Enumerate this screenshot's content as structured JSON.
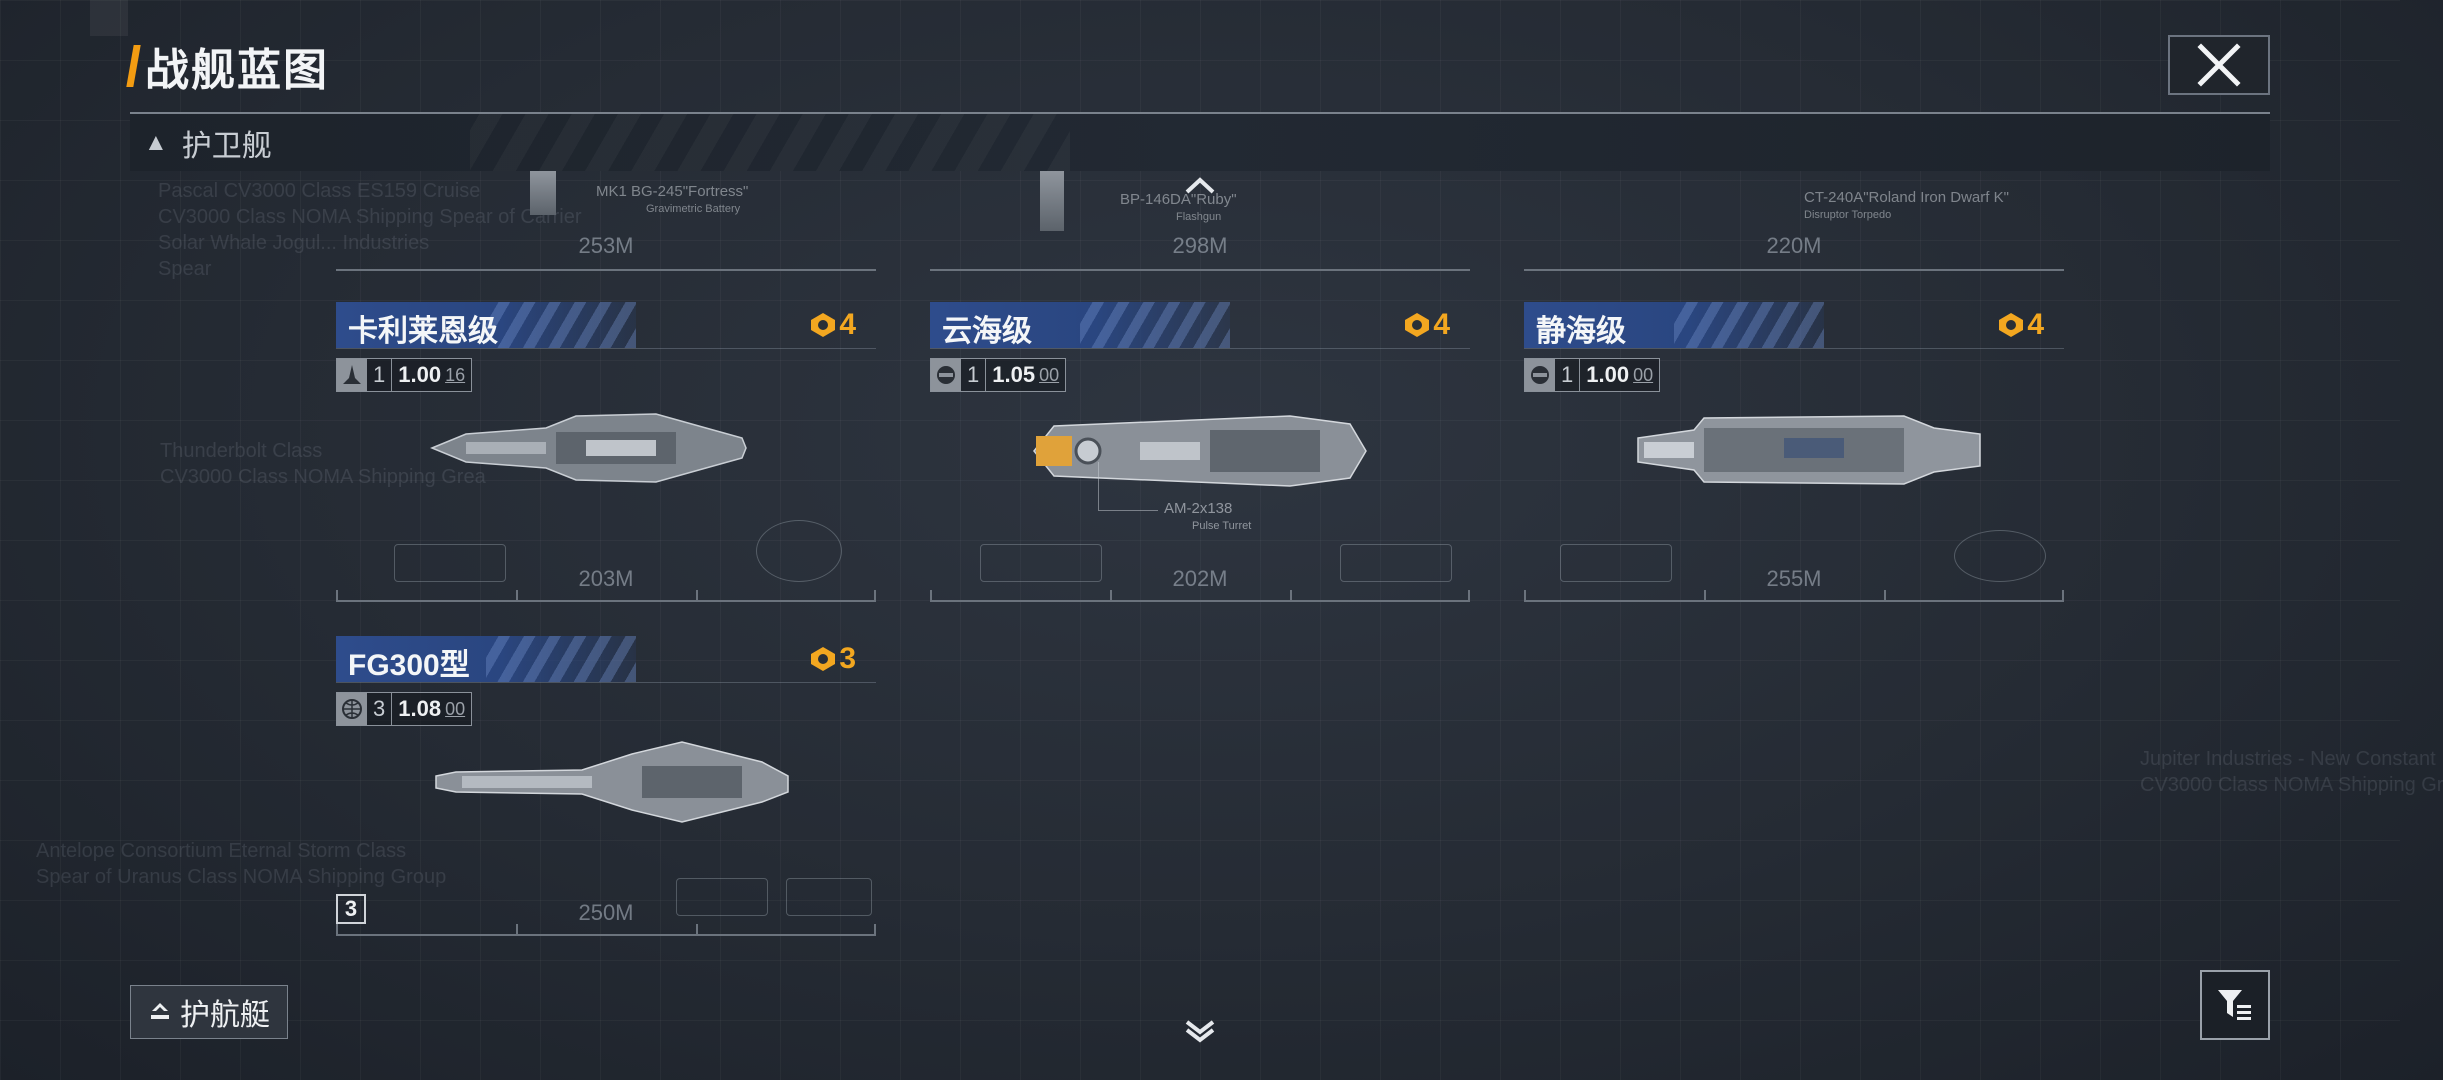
{
  "header": {
    "title": "战舰蓝图",
    "close_icon": "close-icon"
  },
  "category": {
    "label": "护卫舰",
    "expanded_icon": "triangle-up-icon"
  },
  "background_text": [
    "Pascal CV3000 Class ES159 Cruise\nCV3000 Class NOMA Shipping Spear of Carrier\nSolar Whale Jogul... Industries\nSpear",
    "Thunderbolt Class\nCV3000 Class NOMA Shipping Grea",
    "Antelope Consortium Eternal Storm Class\nSpear of Uranus Class NOMA Shipping Group",
    "Jupiter Industries - New Constant\nCV3000 Class NOMA Shipping Gr"
  ],
  "previous_row": [
    {
      "weapon": "MK1 BG-245\"Fortress\"",
      "weapon_type": "Gravimetric Battery",
      "length": "253M"
    },
    {
      "weapon": "BP-146DA\"Ruby\"",
      "weapon_type": "Flashgun",
      "length": "298M"
    },
    {
      "weapon": "CT-240A\"Roland Iron Dwarf K\"",
      "weapon_type": "Disruptor Torpedo",
      "length": "220M"
    }
  ],
  "ships": [
    {
      "name": "卡利莱恩级",
      "cost": "4",
      "role_icon": "fighter-icon",
      "count": "1",
      "value": "1.00",
      "sub": "16",
      "length": "203M"
    },
    {
      "name": "云海级",
      "cost": "4",
      "role_icon": "flagship-icon",
      "count": "1",
      "value": "1.05",
      "sub": "00",
      "length": "202M",
      "weapon": "AM-2x138",
      "weapon_type": "Pulse Turret"
    },
    {
      "name": "静海级",
      "cost": "4",
      "role_icon": "flagship-icon",
      "count": "1",
      "value": "1.00",
      "sub": "00",
      "length": "255M"
    },
    {
      "name": "FG300型",
      "cost": "3",
      "role_icon": "globe-icon",
      "count": "3",
      "value": "1.08",
      "sub": "00",
      "length": "250M",
      "tier": "3"
    }
  ],
  "footer": {
    "escort_label": "护航艇",
    "filter_icon": "filter-icon"
  },
  "colors": {
    "accent": "#f39c12",
    "cost": "#f3a720",
    "card_head": "#2e4c8c"
  }
}
